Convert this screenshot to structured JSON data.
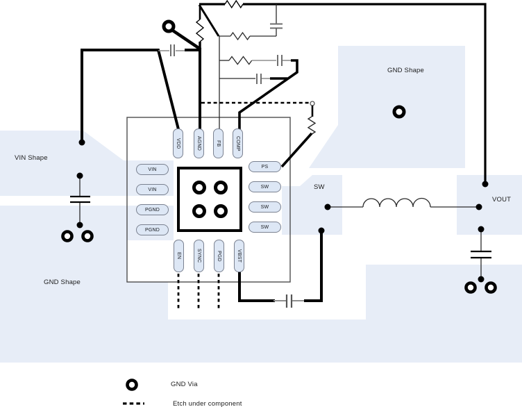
{
  "diagram": {
    "type": "pcb-layout-diagram"
  },
  "planes": {
    "vin": {
      "label": "VIN Shape"
    },
    "gnd_left": {
      "label": "GND Shape"
    },
    "gnd_top": {
      "label": "GND Shape"
    },
    "sw": {
      "label": "SW"
    },
    "vout": {
      "label": "VOUT"
    }
  },
  "ic": {
    "pins": {
      "top": [
        "VDD",
        "AGND",
        "FB",
        "COMP"
      ],
      "left": [
        "VIN",
        "VIN",
        "PGND",
        "PGND"
      ],
      "right": [
        "PS",
        "SW",
        "SW",
        "SW"
      ],
      "bottom": [
        "EN",
        "SYNC",
        "PGD",
        "VBST"
      ]
    }
  },
  "legend": {
    "items": [
      {
        "label": "GND Via"
      },
      {
        "label": "Etch under component"
      }
    ]
  },
  "colors": {
    "plane": "#e7edf7",
    "pin_fill": "#dde7f5",
    "trace": "#000000",
    "component_lead": "#8f8f8f"
  }
}
